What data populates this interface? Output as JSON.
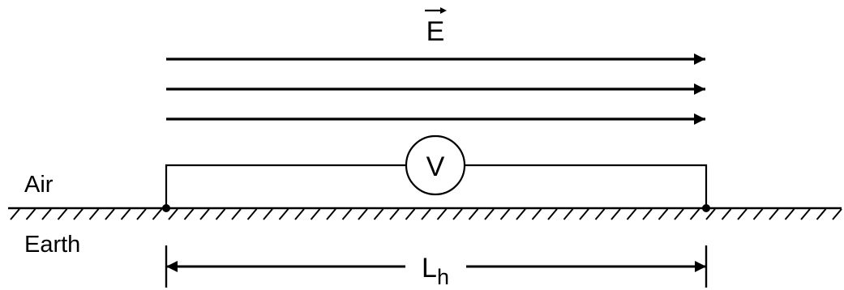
{
  "field": {
    "symbol": "E",
    "vector": true,
    "arrow_count": 3
  },
  "meter": {
    "label": "V"
  },
  "regions": {
    "upper": "Air",
    "lower": "Earth"
  },
  "dimension": {
    "main": "L",
    "subscript": "h"
  },
  "colors": {
    "ink": "#000000",
    "background": "#ffffff"
  }
}
